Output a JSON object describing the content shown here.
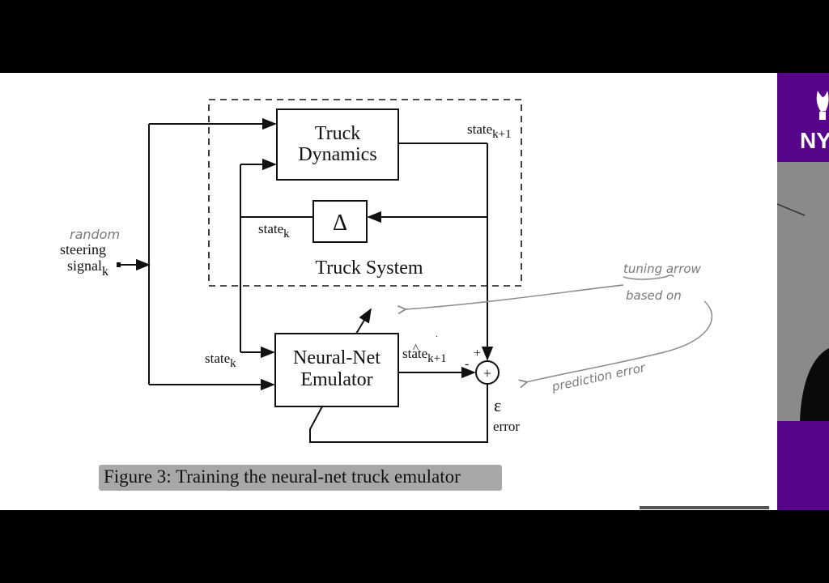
{
  "diagram": {
    "truck_dynamics_line1": "Truck",
    "truck_dynamics_line2": "Dynamics",
    "delta_symbol": "Δ",
    "truck_system_label": "Truck System",
    "emulator_line1": "Neural-Net",
    "emulator_line2": "Emulator",
    "state_k_label_upper": "state",
    "state_k_sub_upper": "k",
    "state_k_label_lower": "state",
    "state_k_sub_lower": "k",
    "state_k1_label": "state",
    "state_k1_sub": "k+1",
    "state_hat_label": "state",
    "state_hat_sub": "k+1",
    "hat_mark": "^",
    "steering_line1": "steering",
    "steering_line2": "signal",
    "steering_sub": "k",
    "plus_sign": "+",
    "minus_sign": "-",
    "sum_symbol": "+",
    "epsilon": "ε",
    "error_label": "error"
  },
  "annotations": {
    "random": "random",
    "tuning_arrow": "tuning arrow",
    "based_on": "based on",
    "prediction_error": "prediction error"
  },
  "caption": "Figure 3: Training the neural-net truck emulator",
  "branding": {
    "logo_text": "NY"
  },
  "colors": {
    "slide_bg": "#ffffff",
    "nyu_purple": "#57068c",
    "caption_highlight": "#a8a8a8"
  }
}
